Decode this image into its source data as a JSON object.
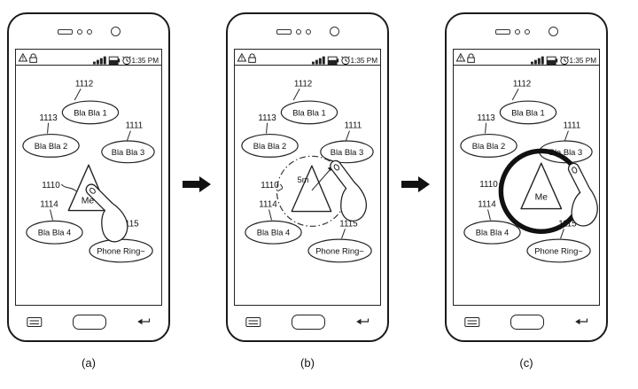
{
  "figure": {
    "captions": {
      "a": "(a)",
      "b": "(b)",
      "c": "(c)"
    }
  },
  "status": {
    "time": "1:35 PM"
  },
  "map": {
    "n1112": {
      "ref": "1112",
      "label": "Bla Bla 1"
    },
    "n1113": {
      "ref": "1113",
      "label": "Bla Bla 2"
    },
    "n1111": {
      "ref": "1111",
      "label": "Bla Bla 3"
    },
    "n1110": {
      "ref": "1110",
      "label": "Me"
    },
    "n1114": {
      "ref": "1114",
      "label": "Bla Bla 4"
    },
    "n1115": {
      "ref": "1115",
      "label": "Phone Ring~"
    },
    "radius_label": "5m"
  },
  "icons": {
    "warning": "triangle-exclamation",
    "lock": "padlock",
    "signal": "signal-bars",
    "battery": "battery",
    "alarm": "alarm-clock",
    "menu": "menu-button",
    "home": "home-button",
    "back": "back-arrow",
    "finger": "pointing-hand",
    "flow": "solid-right-arrow"
  },
  "colors": {
    "ink": "#1a1a1a",
    "background": "#ffffff"
  }
}
